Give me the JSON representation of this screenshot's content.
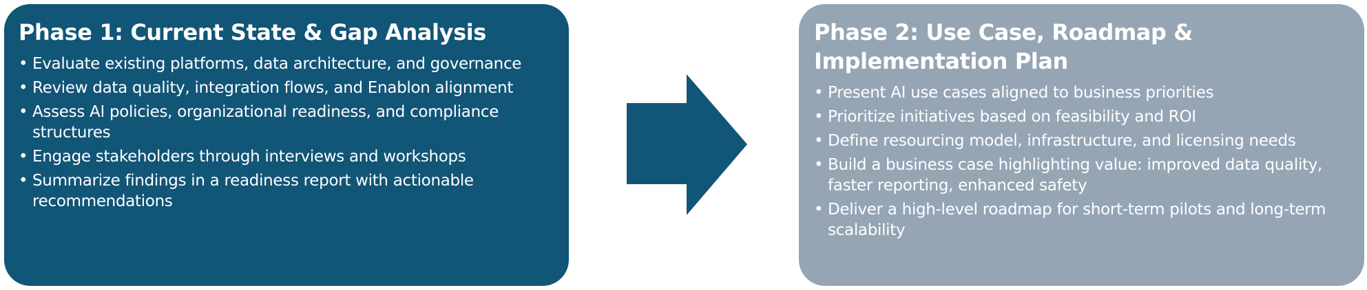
{
  "phase1": {
    "title": "Phase 1: Current State & Gap Analysis",
    "bullets": [
      "Evaluate existing platforms, data architecture, and governance",
      "Review data quality, integration flows, and Enablon alignment",
      "Assess AI policies, organizational readiness, and compliance structures",
      "Engage stakeholders through interviews and workshops",
      "Summarize findings in a readiness report with actionable recommendations"
    ]
  },
  "phase2": {
    "title": "Phase 2: Use Case, Roadmap & Implementation Plan",
    "bullets": [
      "Present AI use cases aligned to business priorities",
      "Prioritize initiatives based on feasibility and ROI",
      "Define resourcing model, infrastructure, and licensing needs",
      "Build a business case highlighting value: improved data quality, faster reporting, enhanced safety",
      "Deliver a high-level roadmap for short-term pilots and long-term scalability"
    ]
  },
  "colors": {
    "phase1_fill": "#115577",
    "phase2_fill": "#95a5b4",
    "arrow_fill": "#115577",
    "text": "#ffffff"
  },
  "icons": {
    "connector": "right-arrow-icon",
    "bullet": "bullet-dot"
  },
  "bullet_glyph": "•"
}
